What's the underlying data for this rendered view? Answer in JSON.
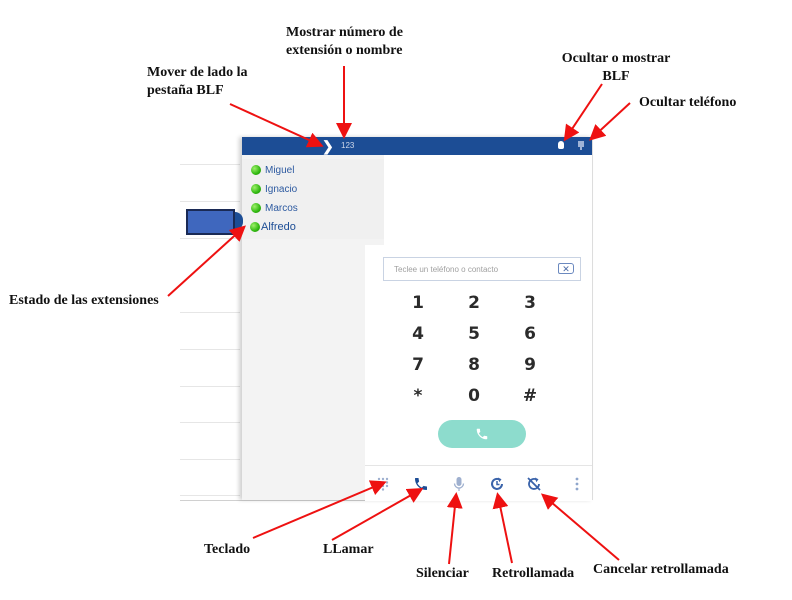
{
  "phone": {
    "topbar": {
      "toggle_side_icon": "chevron-right-icon",
      "toggle_side_glyph": "❯",
      "display_mode_label": "123",
      "blf_toggle_icon": "bulb-icon",
      "hide_phone_icon": "pin-icon"
    },
    "blf": {
      "extensions": [
        {
          "name": "Miguel",
          "status": "available",
          "color": "#2fb80f"
        },
        {
          "name": "Ignacio",
          "status": "available",
          "color": "#2fb80f"
        },
        {
          "name": "Marcos",
          "status": "available",
          "color": "#2fb80f"
        },
        {
          "name": "Alfredo",
          "status": "available",
          "color": "#2fb80f"
        }
      ]
    },
    "dialer": {
      "search": {
        "placeholder": "Teclee un teléfono o contacto",
        "value": ""
      },
      "backspace_glyph": "✕",
      "keys": [
        "1",
        "2",
        "3",
        "4",
        "5",
        "6",
        "7",
        "8",
        "9",
        "*",
        "0",
        "#"
      ],
      "call_button_color": "#8ddccd"
    },
    "bottombar": {
      "items": [
        {
          "name": "keypad",
          "icon": "keypad-icon"
        },
        {
          "name": "call",
          "icon": "phone-icon"
        },
        {
          "name": "mute",
          "icon": "microphone-icon"
        },
        {
          "name": "callback",
          "icon": "callback-icon"
        },
        {
          "name": "cancel-callback",
          "icon": "cancel-callback-icon"
        },
        {
          "name": "more",
          "icon": "more-vertical-icon"
        }
      ]
    },
    "colors": {
      "brand": "#1c4d95",
      "accent": "#3f67be"
    }
  },
  "annotations": {
    "show_number_or_name": [
      "Mostrar número de",
      "extensión o nombre"
    ],
    "move_blf_tab": [
      "Mover de lado la",
      "pestaña BLF"
    ],
    "hide_show_blf": [
      "Ocultar o mostrar",
      "BLF"
    ],
    "hide_phone": "Ocultar teléfono",
    "extension_status": "Estado de las extensiones",
    "keypad": "Teclado",
    "call": "LLamar",
    "mute": "Silenciar",
    "callback": "Retrollamada",
    "cancel_callback": "Cancelar retrollamada"
  }
}
